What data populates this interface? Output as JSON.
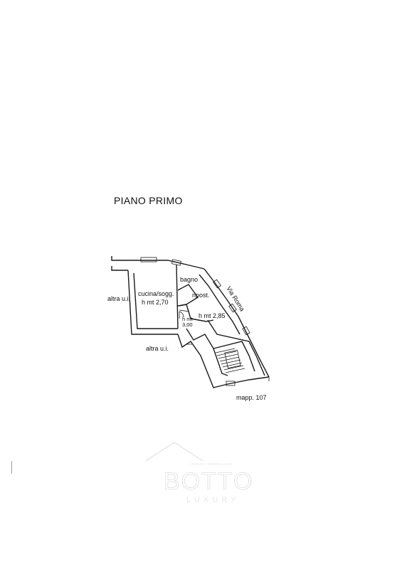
{
  "plan": {
    "title": "PIANO PRIMO",
    "rooms": {
      "cucina": "cucina/sogg.",
      "cucina_height": "h mt 2,70",
      "bagno": "bagno",
      "ripost": "ripost.",
      "room_height": "h mt 2,85",
      "corridor_h1": "h mt",
      "corridor_h2": "3,00"
    },
    "labels": {
      "altra_left": "altra u.i.",
      "altra_bottom": "altra u.i.",
      "street": "Via Roma",
      "mapp": "mapp. 107"
    }
  },
  "watermark": {
    "tagline": "AGENZIA IMMOBILIARE",
    "brand": "BOTTO",
    "sub": "LUXURY"
  }
}
